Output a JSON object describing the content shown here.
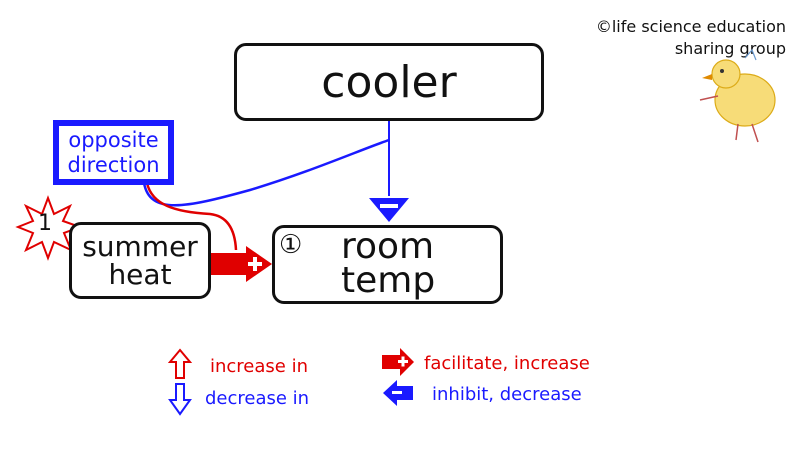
{
  "copyright": {
    "line1": "©life science education",
    "line2": "sharing group"
  },
  "nodes": {
    "cooler": "cooler",
    "summer_heat": {
      "line1": "summer",
      "line2": "heat"
    },
    "room_temp": {
      "number": "①",
      "line1": "room",
      "line2": "temp"
    },
    "opposite_direction": {
      "line1": "opposite",
      "line2": "direction"
    }
  },
  "burst_label": "1",
  "legend": {
    "increase": "increase in",
    "decrease": "decrease in",
    "facilitate": "facilitate, increase",
    "inhibit": "inhibit, decrease"
  },
  "colors": {
    "red": "#e00000",
    "blue": "#1a1aff",
    "black": "#111111"
  }
}
